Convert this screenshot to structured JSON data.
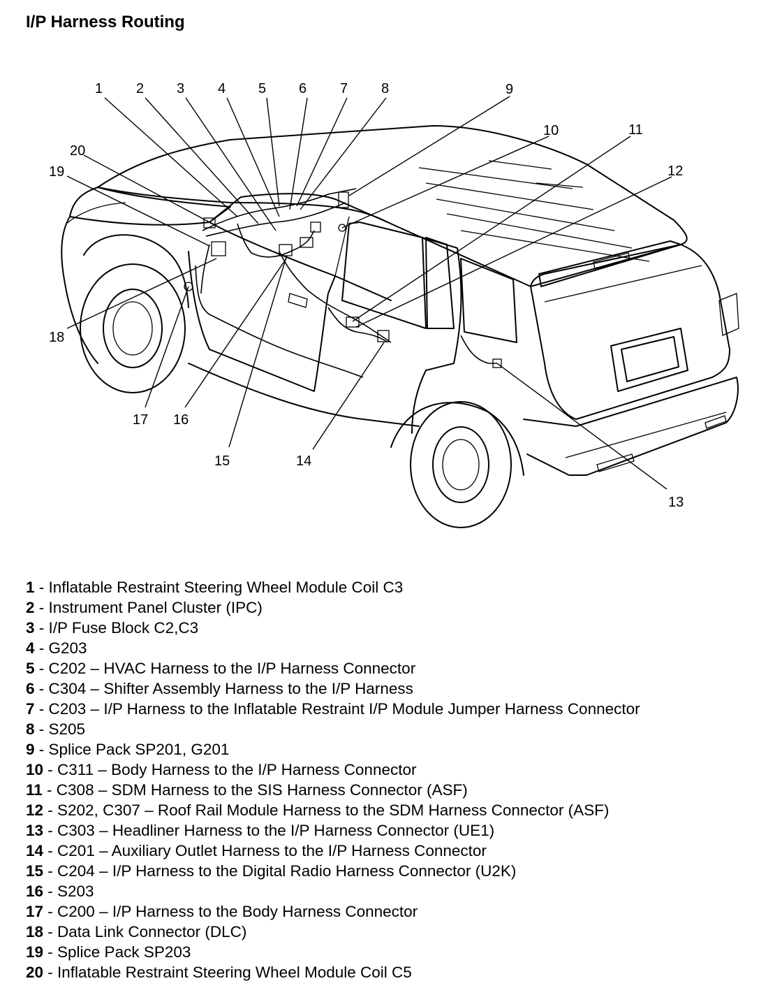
{
  "title": "I/P Harness Routing",
  "callouts": [
    "1",
    "2",
    "3",
    "4",
    "5",
    "6",
    "7",
    "8",
    "9",
    "10",
    "11",
    "12",
    "13",
    "14",
    "15",
    "16",
    "17",
    "18",
    "19",
    "20"
  ],
  "legend": [
    {
      "num": "1",
      "text": " - Inflatable Restraint Steering Wheel Module Coil C3"
    },
    {
      "num": "2",
      "text": " - Instrument Panel Cluster (IPC)"
    },
    {
      "num": "3",
      "text": " - I/P Fuse Block C2,C3"
    },
    {
      "num": "4",
      "text": " - G203"
    },
    {
      "num": "5",
      "text": " - C202 – HVAC Harness to the I/P Harness Connector"
    },
    {
      "num": "6",
      "text": " - C304 – Shifter Assembly Harness to the I/P Harness"
    },
    {
      "num": "7",
      "text": " - C203 – I/P Harness to the Inflatable Restraint I/P Module Jumper Harness Connector"
    },
    {
      "num": "8",
      "text": " - S205"
    },
    {
      "num": "9",
      "text": " - Splice Pack SP201, G201"
    },
    {
      "num": "10",
      "text": " - C311 – Body Harness to the I/P Harness Connector"
    },
    {
      "num": "11",
      "text": " - C308 – SDM Harness to the SIS Harness Connector (ASF)"
    },
    {
      "num": "12",
      "text": " - S202, C307 – Roof Rail Module Harness to the SDM Harness Connector (ASF)"
    },
    {
      "num": "13",
      "text": " - C303 – Headliner Harness to the I/P Harness Connector (UE1)"
    },
    {
      "num": "14",
      "text": " - C201 – Auxiliary Outlet Harness to the I/P Harness Connector"
    },
    {
      "num": "15",
      "text": " - C204 – I/P Harness to the Digital Radio Harness Connector (U2K)"
    },
    {
      "num": "16",
      "text": " - S203"
    },
    {
      "num": "17",
      "text": " - C200 – I/P Harness to the Body Harness Connector"
    },
    {
      "num": "18",
      "text": " - Data Link Connector (DLC)"
    },
    {
      "num": "19",
      "text": " - Splice Pack SP203"
    },
    {
      "num": "20",
      "text": " - Inflatable Restraint Steering Wheel Module Coil C5"
    }
  ]
}
